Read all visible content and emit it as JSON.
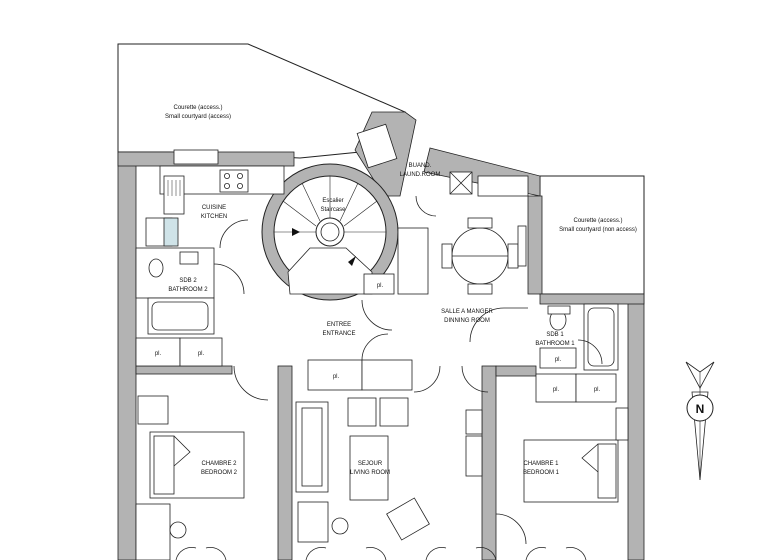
{
  "rooms": {
    "courtyard_access": {
      "line1": "Courette (access.)",
      "line2": "Small courtyard (access)"
    },
    "courtyard_non_access": {
      "line1": "Courette (access.)",
      "line2": "Small courtyard (non access)"
    },
    "kitchen": {
      "line1": "CUISINE",
      "line2": "KITCHEN"
    },
    "staircase": {
      "line1": "Escalier",
      "line2": "Staircase"
    },
    "laundry": {
      "line1": "BUAND.",
      "line2": "LAUND.ROOM"
    },
    "bathroom2": {
      "line1": "SDB 2",
      "line2": "BATHROOM 2"
    },
    "entrance": {
      "line1": "ENTREE",
      "line2": "ENTRANCE"
    },
    "dining": {
      "line1": "SALLE A MANGER",
      "line2": "DINNING ROOM"
    },
    "bathroom1": {
      "line1": "SDB 1",
      "line2": "BATHROOM 1"
    },
    "bedroom2": {
      "line1": "CHAMBRE 2",
      "line2": "BEDROOM 2"
    },
    "living": {
      "line1": "SEJOUR",
      "line2": "LIVING ROOM"
    },
    "bedroom1": {
      "line1": "CHAMBRE 1",
      "line2": "BEDROOM 1"
    }
  },
  "closet_label": "pl.",
  "compass": {
    "label": "N",
    "icon": "north-arrow-icon"
  },
  "colors": {
    "wall": "#b3b3b3",
    "line": "#222222",
    "background": "#ffffff"
  }
}
